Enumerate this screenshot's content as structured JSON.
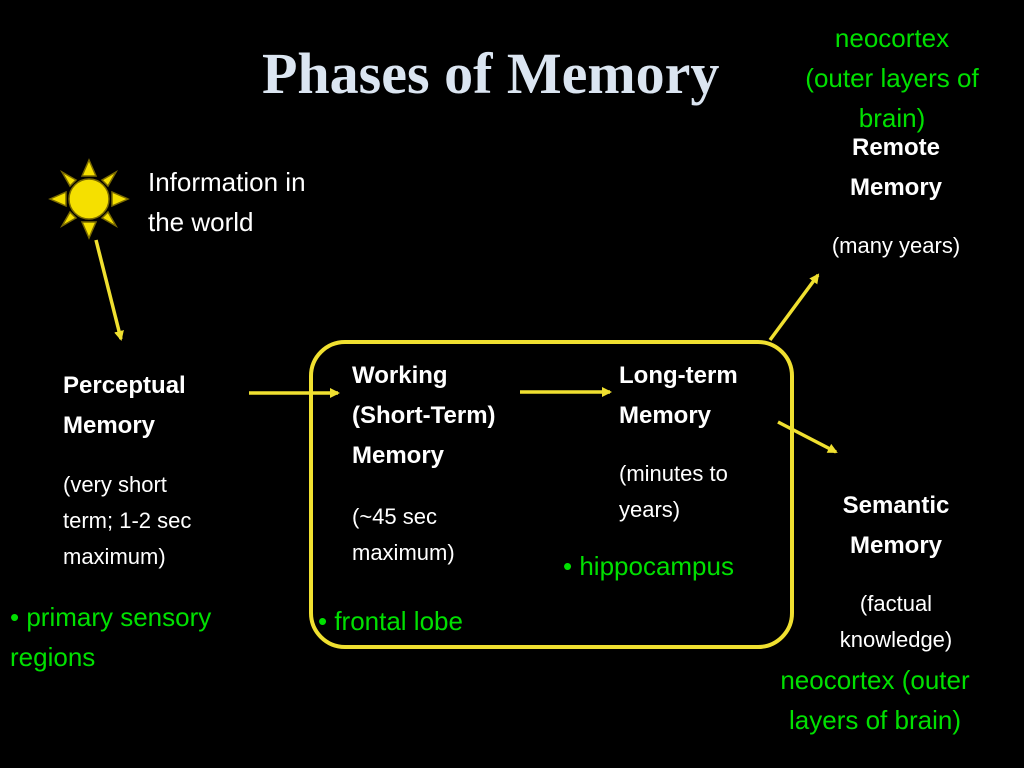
{
  "title": "Phases of Memory",
  "world": {
    "label_line1": "Information in",
    "label_line2": "the world",
    "icon": "sun-icon"
  },
  "perceptual": {
    "name_line1": "Perceptual",
    "name_line2": "Memory",
    "desc_line1": "(very short",
    "desc_line2": "term; 1-2 sec",
    "desc_line3": "maximum)",
    "region_line1": "• primary sensory",
    "region_line2": "regions"
  },
  "working": {
    "name_line1": "Working",
    "name_line2": "(Short-Term)",
    "name_line3": "Memory",
    "desc_line1": "(~45 sec",
    "desc_line2": "maximum)",
    "region": "• frontal lobe"
  },
  "longterm": {
    "name_line1": "Long-term",
    "name_line2": "Memory",
    "desc_line1": "(minutes to",
    "desc_line2": "years)",
    "region": "• hippocampus"
  },
  "remote": {
    "region_line1": "neocortex",
    "region_line2": "(outer layers of",
    "region_line3": "brain)",
    "name_line1": "Remote",
    "name_line2": "Memory",
    "desc": "(many years)"
  },
  "semantic": {
    "name_line1": "Semantic",
    "name_line2": "Memory",
    "desc_line1": "(factual",
    "desc_line2": "knowledge)",
    "region_line1": "neocortex (outer",
    "region_line2": "layers of brain)"
  },
  "colors": {
    "arrow": "#f0e030",
    "region_text": "#00e000",
    "title": "#dbe5f1",
    "background": "#000000",
    "sun": "#f5e000"
  }
}
